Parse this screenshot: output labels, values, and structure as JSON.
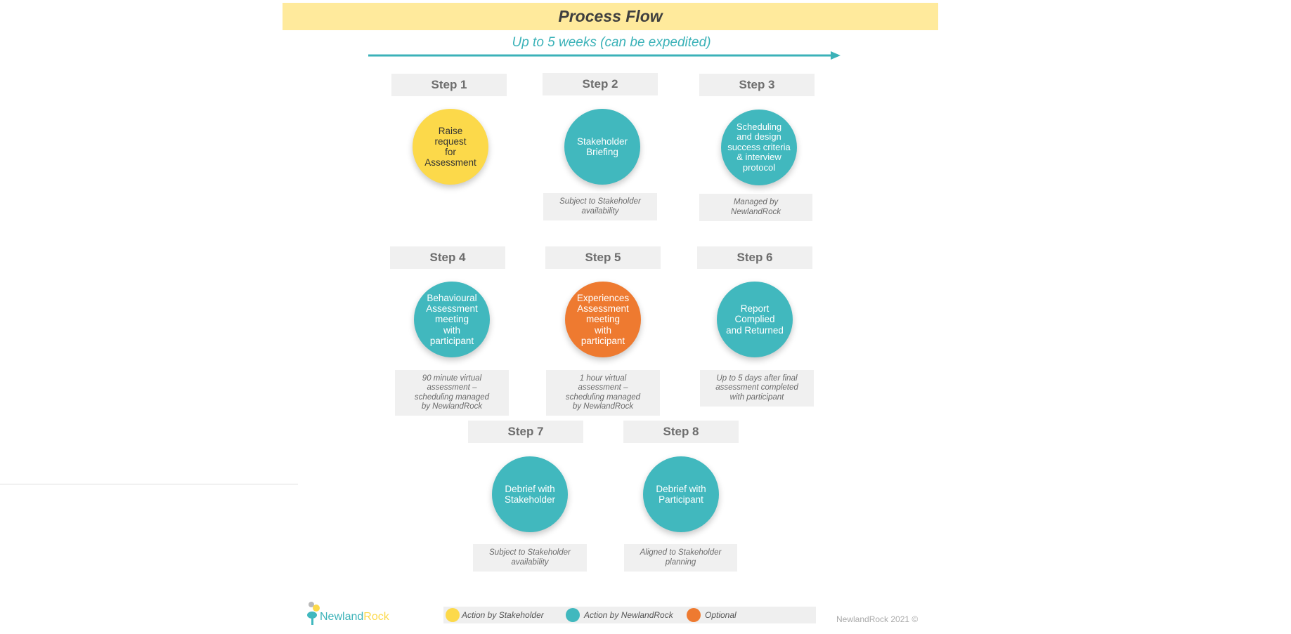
{
  "title": "Process Flow",
  "timeline_label": "Up to 5 weeks (can be expedited)",
  "colors": {
    "stakeholder": "#fcd94a",
    "newlandrock": "#41b8be",
    "optional": "#ee7a30",
    "title_bar": "#ffea9c",
    "accent": "#3bb2b8"
  },
  "steps": [
    {
      "label": "Step 1",
      "text": "Raise\nrequest\nfor\nAssessment",
      "type": "stakeholder",
      "note": ""
    },
    {
      "label": "Step 2",
      "text": "Stakeholder\nBriefing",
      "type": "newlandrock",
      "note": "Subject to Stakeholder\navailability"
    },
    {
      "label": "Step 3",
      "text": "Scheduling\nand design\nsuccess criteria\n& interview\nprotocol",
      "type": "newlandrock",
      "note": "Managed by\nNewlandRock"
    },
    {
      "label": "Step 4",
      "text": "Behavioural\nAssessment\nmeeting\nwith\nparticipant",
      "type": "newlandrock",
      "note": "90 minute virtual\nassessment –\nscheduling managed\nby NewlandRock"
    },
    {
      "label": "Step 5",
      "text": "Experiences\nAssessment\nmeeting\nwith\nparticipant",
      "type": "optional",
      "note": "1 hour virtual\nassessment –\nscheduling managed\nby NewlandRock"
    },
    {
      "label": "Step 6",
      "text": "Report\nComplied\nand Returned",
      "type": "newlandrock",
      "note": "Up to 5 days after final\nassessment completed\nwith participant"
    },
    {
      "label": "Step 7",
      "text": "Debrief with\nStakeholder",
      "type": "newlandrock",
      "note": "Subject to Stakeholder\navailability"
    },
    {
      "label": "Step 8",
      "text": "Debrief with\nParticipant",
      "type": "newlandrock",
      "note": "Aligned to Stakeholder\nplanning"
    }
  ],
  "legend": [
    {
      "label": "Action by Stakeholder",
      "type": "stakeholder"
    },
    {
      "label": "Action by NewlandRock",
      "type": "newlandrock"
    },
    {
      "label": "Optional",
      "type": "optional"
    }
  ],
  "logo": {
    "part1": "Newland",
    "part2": "Rock"
  },
  "copyright": "NewlandRock 2021 ©"
}
